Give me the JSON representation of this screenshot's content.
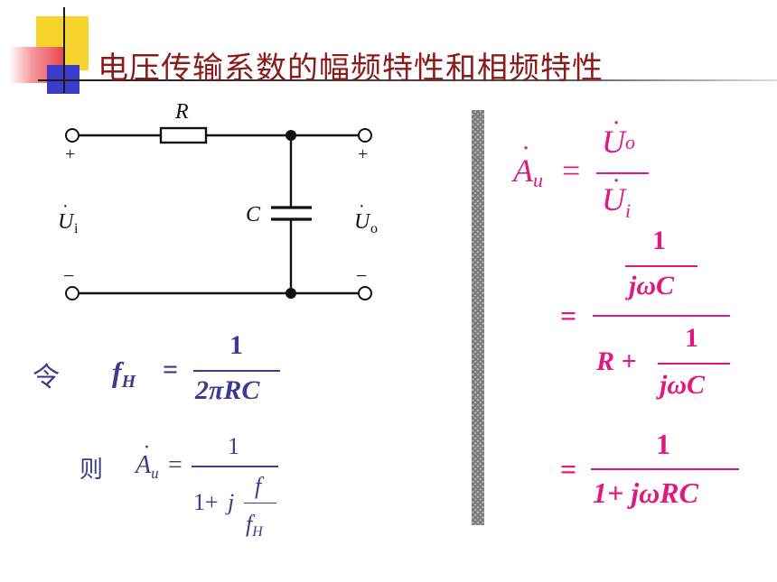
{
  "title": "电压传输系数的幅频特性和相频特性",
  "circuit": {
    "r_label": "R",
    "c_label": "C",
    "in_plus": "+",
    "out_plus": "+",
    "in_minus": "−",
    "out_minus": "−",
    "in_voltage": "U",
    "in_voltage_sub": "i",
    "out_voltage": "U",
    "out_voltage_sub": "o"
  },
  "left_formula": {
    "let_label": "令",
    "fh_symbol": "f",
    "fh_sub": "H",
    "equals": "=",
    "num": "1",
    "den": "2πRC",
    "then_label": "则",
    "au_symbol": "A",
    "au_sub": "u",
    "eq2": "=",
    "num2": "1",
    "den2_prefix": "1+",
    "den2_j": "j",
    "den2_f": "f",
    "den2_fh": "f",
    "den2_fh_sub": "H"
  },
  "right_formula": {
    "au_symbol": "A",
    "au_sub": "u",
    "eq1": "=",
    "uo": "U",
    "uo_sub": "o",
    "ui": "U",
    "ui_sub": "i",
    "eq2": "=",
    "num_one": "1",
    "jwc": "jωC",
    "r_plus": "R +",
    "one_b": "1",
    "jwc_b": "jωC",
    "eq3": "=",
    "num3": "1",
    "den3": "1+ jωRC"
  },
  "colors": {
    "title": "#8b1a1a",
    "pink": "#e0197f",
    "blue": "#3d3b8e",
    "accent_yellow": "#f6d32d",
    "accent_red": "#e8434b",
    "accent_blue": "#3c3cc8"
  }
}
